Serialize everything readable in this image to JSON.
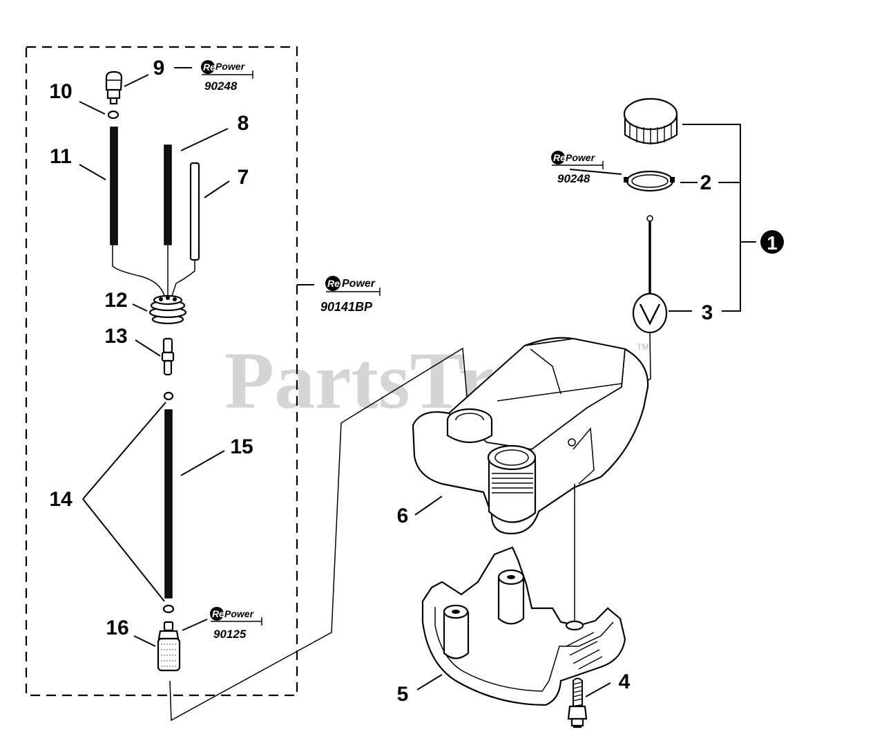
{
  "watermark": {
    "text": "PartsTree",
    "trademark": "TM"
  },
  "repower_badges": [
    {
      "brand_re": "Re",
      "brand_power": "Power",
      "part_number": "90248"
    },
    {
      "brand_re": "Re",
      "brand_power": "Power",
      "part_number": "90141BP"
    },
    {
      "brand_re": "Re",
      "brand_power": "Power",
      "part_number": "90125"
    },
    {
      "brand_re": "Re",
      "brand_power": "Power",
      "part_number": "90248"
    }
  ],
  "callouts": {
    "c1": "1",
    "c2": "2",
    "c3": "3",
    "c4": "4",
    "c5": "5",
    "c6": "6",
    "c7": "7",
    "c8": "8",
    "c9": "9",
    "c10": "10",
    "c11": "11",
    "c12": "12",
    "c13": "13",
    "c14": "14",
    "c15": "15",
    "c16": "16"
  }
}
